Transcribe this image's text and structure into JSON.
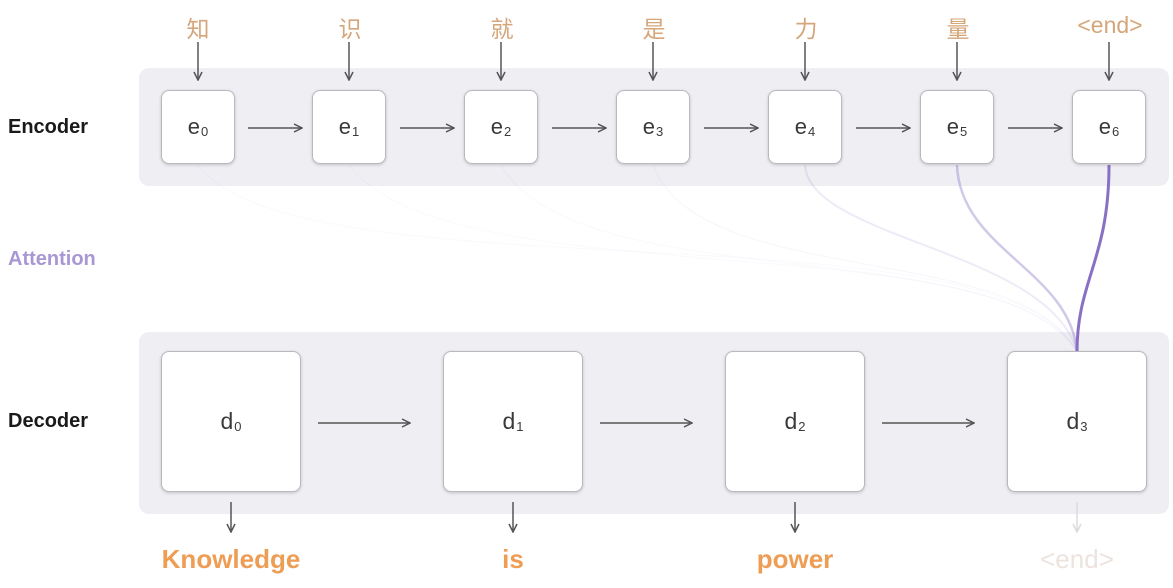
{
  "labels": {
    "encoder": "Encoder",
    "attention": "Attention",
    "decoder": "Decoder"
  },
  "input_tokens": [
    "知",
    "识",
    "就",
    "是",
    "力",
    "量",
    "<end>"
  ],
  "encoder_nodes": [
    {
      "base": "e",
      "sub": "0"
    },
    {
      "base": "e",
      "sub": "1"
    },
    {
      "base": "e",
      "sub": "2"
    },
    {
      "base": "e",
      "sub": "3"
    },
    {
      "base": "e",
      "sub": "4"
    },
    {
      "base": "e",
      "sub": "5"
    },
    {
      "base": "e",
      "sub": "6"
    }
  ],
  "decoder_nodes": [
    {
      "base": "d",
      "sub": "0"
    },
    {
      "base": "d",
      "sub": "1"
    },
    {
      "base": "d",
      "sub": "2"
    },
    {
      "base": "d",
      "sub": "3"
    }
  ],
  "output_tokens": [
    "Knowledge",
    "is",
    "power",
    "<end>"
  ],
  "colors": {
    "input_token": "#d4a67a",
    "output_token": "#ee9d55",
    "attention": "#8a70c4",
    "band": "#eeeef3",
    "arrow": "#555555"
  }
}
